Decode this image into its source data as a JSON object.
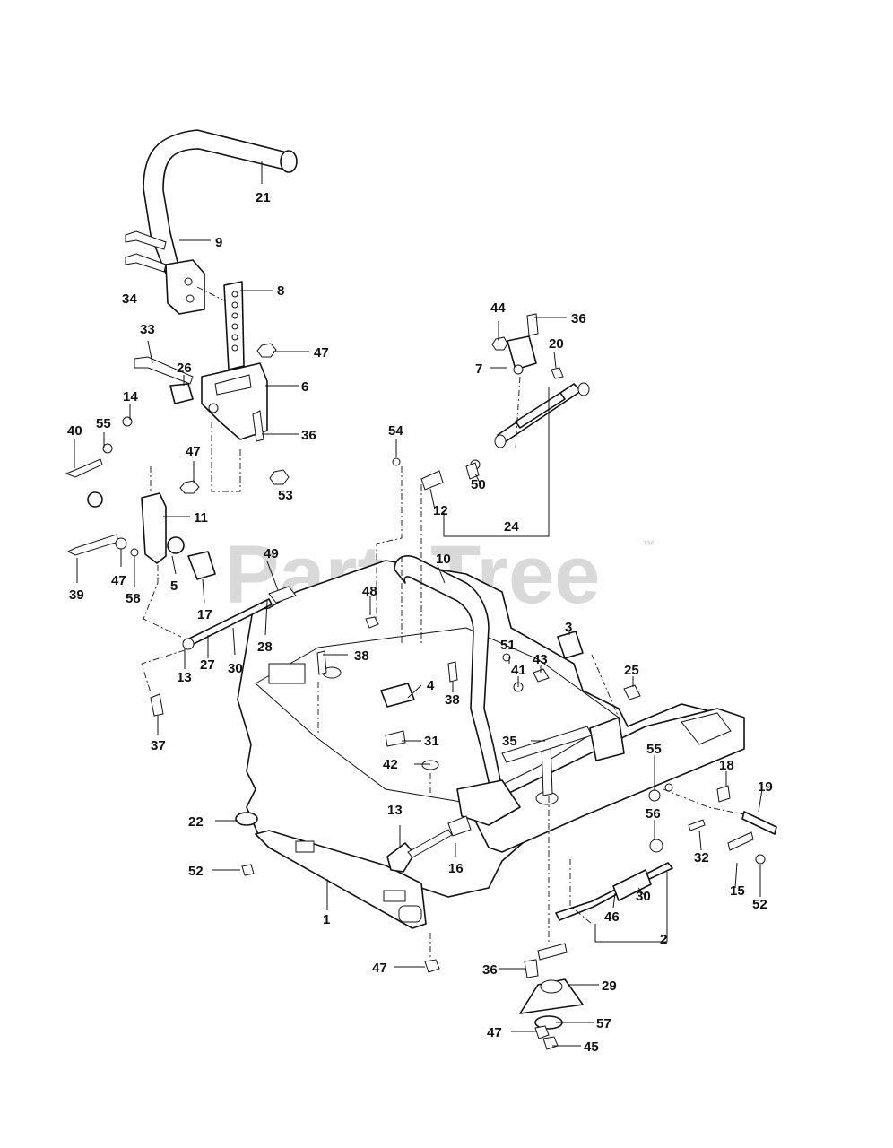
{
  "watermark": {
    "text": "PartsTree",
    "tm": "™"
  },
  "labels": {
    "p1": "1",
    "p2": "2",
    "p3": "3",
    "p4": "4",
    "p5": "5",
    "p6": "6",
    "p7": "7",
    "p8": "8",
    "p9": "9",
    "p10": "10",
    "p11": "11",
    "p12": "12",
    "p13a": "13",
    "p13b": "13",
    "p14": "14",
    "p15": "15",
    "p16": "16",
    "p17": "17",
    "p18": "18",
    "p19": "19",
    "p20": "20",
    "p21": "21",
    "p22": "22",
    "p24": "24",
    "p25": "25",
    "p26": "26",
    "p27": "27",
    "p28": "28",
    "p29": "29",
    "p30a": "30",
    "p30b": "30",
    "p31": "31",
    "p32": "32",
    "p33": "33",
    "p34": "34",
    "p35": "35",
    "p36a": "36",
    "p36b": "36",
    "p36c": "36",
    "p37": "37",
    "p38a": "38",
    "p38b": "38",
    "p39": "39",
    "p40": "40",
    "p41": "41",
    "p42": "42",
    "p43": "43",
    "p44": "44",
    "p45": "45",
    "p46": "46",
    "p47a": "47",
    "p47b": "47",
    "p47c": "47",
    "p47d": "47",
    "p47e": "47",
    "p48": "48",
    "p49": "49",
    "p50": "50",
    "p51": "51",
    "p52a": "52",
    "p52b": "52",
    "p53": "53",
    "p54": "54",
    "p55a": "55",
    "p55b": "55",
    "p56": "56",
    "p57": "57",
    "p58": "58"
  }
}
